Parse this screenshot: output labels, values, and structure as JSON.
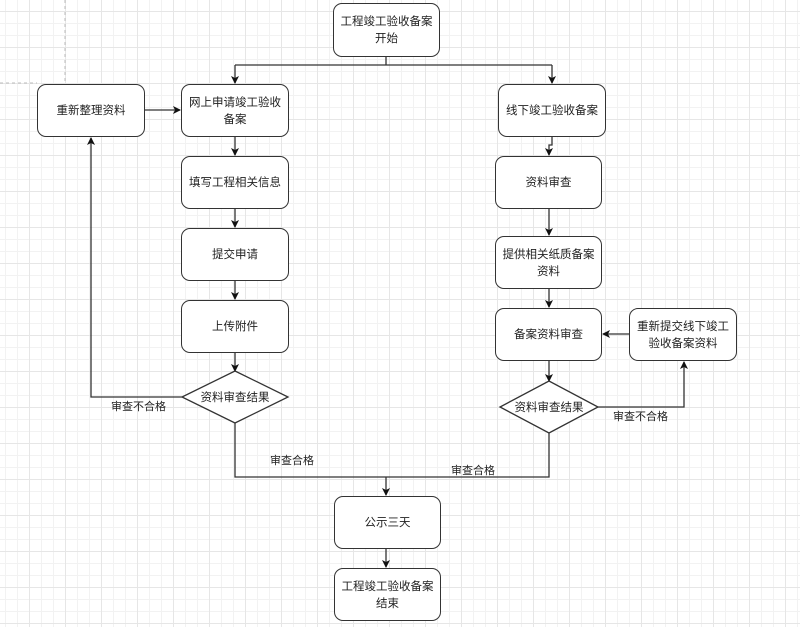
{
  "nodes": {
    "start": "工程竣工验收备案开始",
    "reorganize": "重新整理资料",
    "online_apply": "网上申请竣工验收备案",
    "fill_info": "填写工程相关信息",
    "submit": "提交申请",
    "upload": "上传附件",
    "online_review": "资料审查结果",
    "offline": "线下竣工验收备案",
    "material_review": "资料审查",
    "provide_paper": "提供相关纸质备案资料",
    "filing_review": "备案资料审查",
    "resubmit": "重新提交线下竣工验收备案资料",
    "offline_review": "资料审查结果",
    "publicize": "公示三天",
    "end": "工程竣工验收备案结束"
  },
  "edges": {
    "left_fail": "审查不合格",
    "left_pass": "审查合格",
    "right_fail": "审查不合格",
    "right_pass": "审查合格"
  },
  "colors": {
    "stroke": "#333333",
    "grid": "#e6e6e6"
  }
}
